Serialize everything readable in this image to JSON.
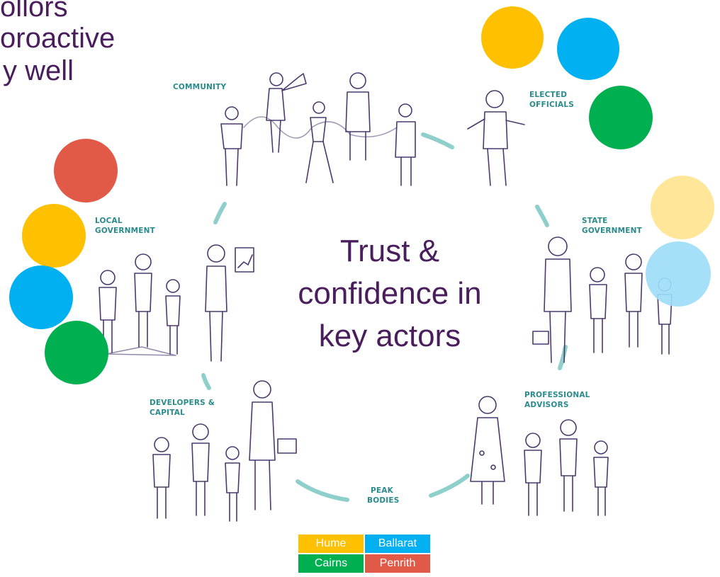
{
  "heading": {
    "line1": "ollors",
    "line2": "oroactive",
    "line3": "y well"
  },
  "center_text": {
    "line1": "Trust &",
    "line2": "confidence in",
    "line3": "key actors"
  },
  "actors": {
    "community": "COMMUNITY",
    "elected_1": "ELECTED",
    "elected_2": "OFFICIALS",
    "local_1": "LOCAL",
    "local_2": "GOVERNMENT",
    "state_1": "STATE",
    "state_2": "GOVERNMENT",
    "professional_1": "PROFESSIONAL",
    "professional_2": "ADVISORS",
    "peak_1": "PEAK",
    "peak_2": "BODIES",
    "developers_1": "DEVELOPERS &",
    "developers_2": "CAPITAL"
  },
  "legend": {
    "hume": {
      "label": "Hume",
      "color": "#ffc000"
    },
    "ballarat": {
      "label": "Ballarat",
      "color": "#00b0f0"
    },
    "cairns": {
      "label": "Cairns",
      "color": "#00b050"
    },
    "penrith": {
      "label": "Penrith",
      "color": "#e05a47"
    }
  },
  "colors": {
    "hume": "#ffc000",
    "hume_light": "#ffe699",
    "ballarat": "#00b0f0",
    "ballarat_light": "#9dddf7",
    "cairns": "#00b050",
    "penrith": "#e05a47",
    "connector": "#8fcfcb",
    "text_purple": "#4a1e5c",
    "label_teal": "#2a8a8c"
  }
}
